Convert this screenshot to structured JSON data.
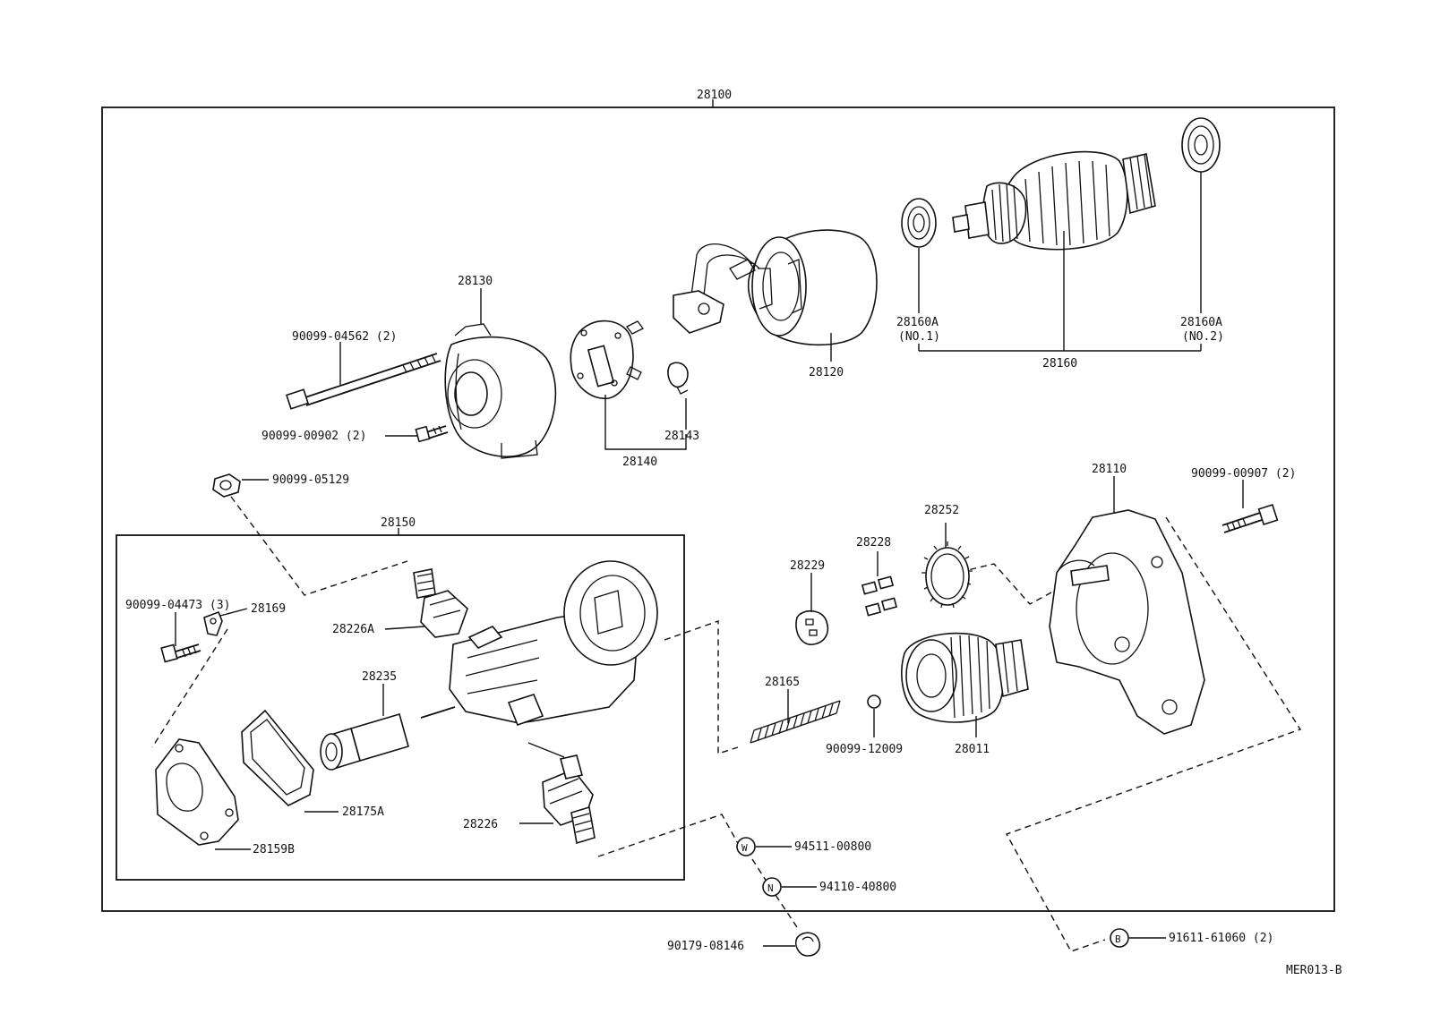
{
  "diagram_code": "MER013-B",
  "assembly": {
    "label": "28100"
  },
  "subassembly_solenoid": {
    "label": "28150"
  },
  "markers": {
    "washer": "W",
    "nut": "N",
    "bolt": "B"
  },
  "parts": {
    "p28130": "28130",
    "p90099_04562": "90099-04562 (2)",
    "p90099_00902": "90099-00902 (2)",
    "p90099_05129": "90099-05129",
    "p28140": "28140",
    "p28143": "28143",
    "p28120": "28120",
    "p28160A_1": "28160A",
    "p28160A_1_sub": "(NO.1)",
    "p28160A_2": "28160A",
    "p28160A_2_sub": "(NO.2)",
    "p28160": "28160",
    "p28110": "28110",
    "p90099_00907": "90099-00907 (2)",
    "p28252": "28252",
    "p28228": "28228",
    "p28229": "28229",
    "p28165": "28165",
    "p90099_12009": "90099-12009",
    "p28011": "28011",
    "p90099_04473": "90099-04473 (3)",
    "p28169": "28169",
    "p28226A": "28226A",
    "p28235": "28235",
    "p28175A": "28175A",
    "p28159B": "28159B",
    "p28226": "28226",
    "p94511_00800": "94511-00800",
    "p94110_40800": "94110-40800",
    "p90179_08146": "90179-08146",
    "p91611_61060": "91611-61060 (2)"
  }
}
